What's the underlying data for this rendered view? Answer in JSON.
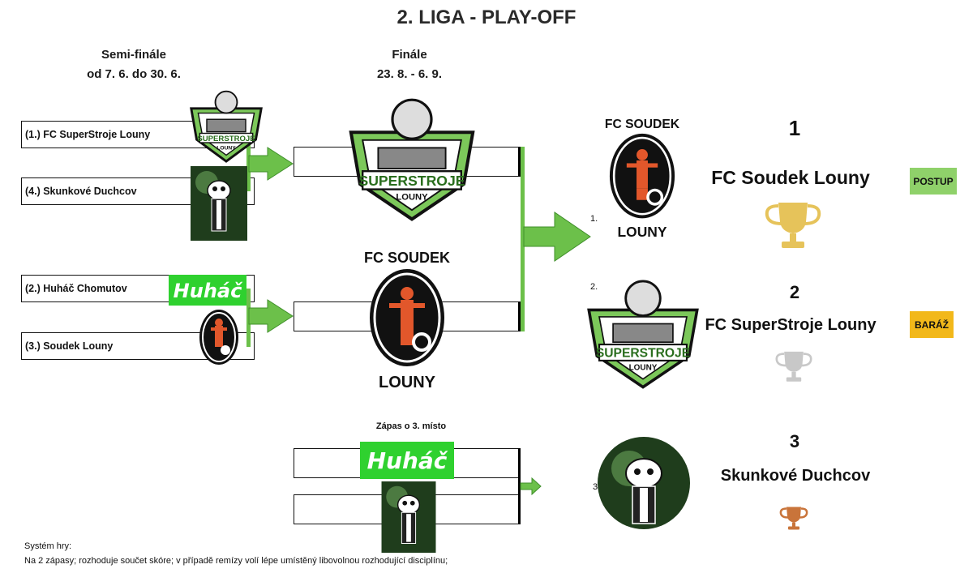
{
  "title": "2. LIGA - PLAY-OFF",
  "semifinal": {
    "label": "Semi-finále",
    "dates": "od 7. 6. do 30. 6."
  },
  "final": {
    "label": "Finále",
    "dates": "23. 8. - 6. 9."
  },
  "third_place": {
    "label": "Zápas o 3. místo"
  },
  "semifinal_slots": [
    "(1.) FC SuperStroje Louny",
    "(4.) Skunkové Duchcov",
    "(2.) Huháč Chomutov",
    "(3.) Soudek Louny"
  ],
  "logos": {
    "soudek_top": "FC SOUDEK",
    "soudek_bottom": "LOUNY",
    "superstroje": "SUPERSTROJE",
    "superstroje_sub": "LOUNY",
    "huhac": "Huháč"
  },
  "standings": [
    {
      "place_label": "1.",
      "rank": "1",
      "team": "FC Soudek Louny",
      "badge": "POSTUP",
      "badge_color": "#8fd16a",
      "trophy": "gold-trophy-icon",
      "trophy_color": "#e6c35a"
    },
    {
      "place_label": "2.",
      "rank": "2",
      "team": "FC SuperStroje Louny",
      "badge": "BARÁŽ",
      "badge_color": "#f2b81a",
      "trophy": "silver-trophy-icon",
      "trophy_color": "#c8c8c8"
    },
    {
      "place_label": "3",
      "rank": "3",
      "team": "Skunkové Duchcov",
      "badge": "",
      "badge_color": "",
      "trophy": "bronze-trophy-icon",
      "trophy_color": "#c9743a"
    }
  ],
  "footer": {
    "line1": "Systém hry:",
    "line2": "Na 2 zápasy; rozhoduje součet skóre; v případě remízy volí lépe umístěný libovolnou rozhodující disciplínu;"
  },
  "colors": {
    "arrow_green": "#6cc04a",
    "huhac_green": "#2fd12f",
    "soudek_orange": "#e2572b"
  }
}
